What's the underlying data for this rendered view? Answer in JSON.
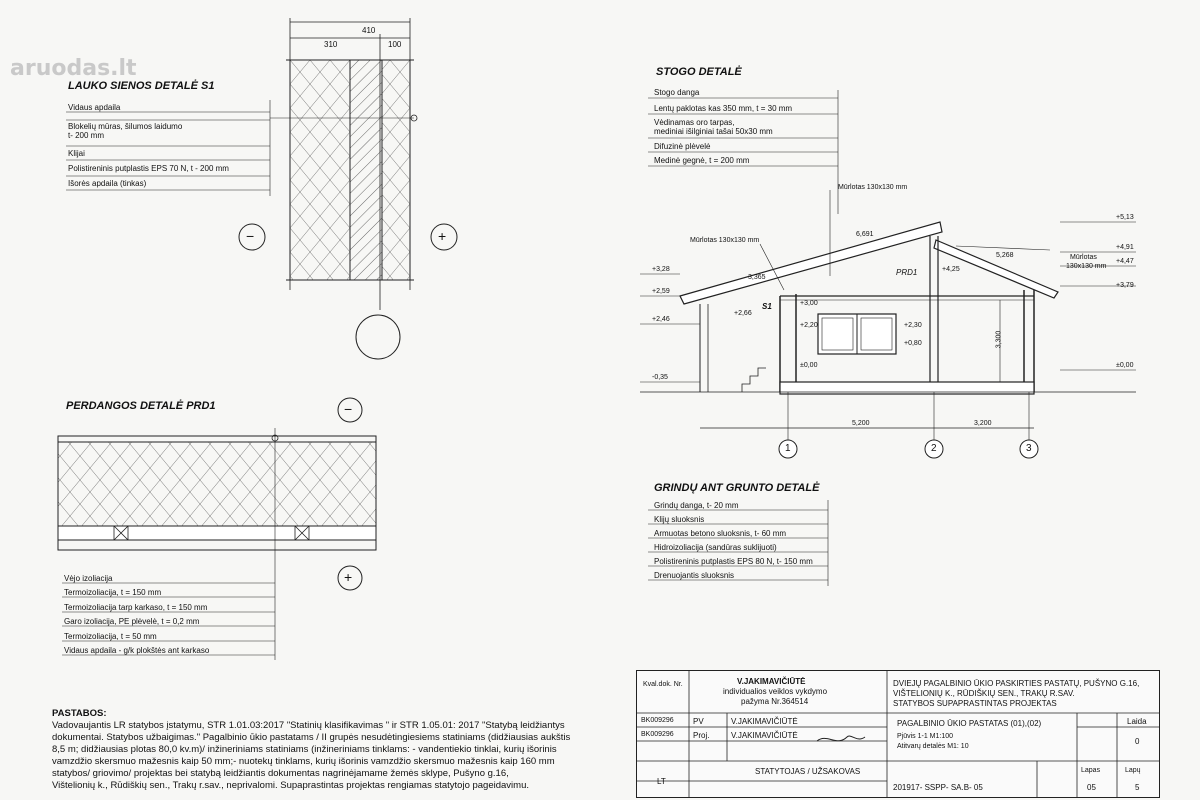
{
  "watermark": "aruodas.lt",
  "wall": {
    "title": "LAUKO SIENOS DETALĖ S1",
    "dims": [
      "410",
      "310",
      "100"
    ],
    "layers": [
      "Vidaus apdaila",
      "Blokelių mūras, šilumos laidumo",
      "t- 200 mm",
      "Klijai",
      "Polistireninis putplastis EPS 70 N, t - 200 mm",
      "Išorės apdaila (tinkas)"
    ],
    "signs": [
      "−",
      "+"
    ]
  },
  "floor": {
    "title": "PERDANGOS DETALĖ PRD1",
    "layers": [
      "Vėjo izoliacija",
      "Termoizoliacija, t = 150 mm",
      "Termoizoliacija tarp karkaso, t = 150 mm",
      "Garo izoliacija, PE plėvelė, t = 0,2 mm",
      "Termoizoliacija, t = 50 mm",
      "Vidaus apdaila - g/k plokštės ant karkaso"
    ],
    "signs": [
      "−",
      "+"
    ]
  },
  "roof": {
    "title": "STOGO DETALĖ",
    "layers": [
      "Stogo danga",
      "Lentų paklotas kas 350 mm, t = 30 mm",
      "Vėdinamas oro tarpas,",
      "mediniai išilginiai tašai 50x30 mm",
      "Difuzinė plėvelė",
      "Medinė gegnė, t = 200 mm"
    ]
  },
  "section": {
    "murlotas": [
      "Mūrlotas 130x130 mm",
      "Mūrlotas 130x130 mm",
      "Mūrlotas",
      "130x130 mm"
    ],
    "left_levels": [
      "+3,28",
      "+2,59",
      "+2,46",
      "-0,35"
    ],
    "right_levels": [
      "+5,13",
      "+4,91",
      "+4,47",
      "+3,79",
      "±0,00"
    ],
    "inner_levels": [
      "+4,25",
      "+3,00",
      "+2,66",
      "+2,20",
      "+2,30",
      "+0,80",
      "±0,00"
    ],
    "dims": [
      "3,365",
      "6,691",
      "5,268",
      "3,300",
      "5,200",
      "3,200"
    ],
    "tags": [
      "PRD1",
      "S1"
    ],
    "axes": [
      "1",
      "2",
      "3"
    ]
  },
  "ground": {
    "title": "GRINDŲ ANT GRUNTO DETALĖ",
    "layers": [
      "Grindų danga, t- 20 mm",
      "Klijų sluoksnis",
      "Armuotas betono sluoksnis, t- 60 mm",
      "Hidroizoliacija (sandūras suklijuoti)",
      "Polistireninis putplastis EPS 80 N, t- 150 mm",
      "Drenuojantis sluoksnis"
    ]
  },
  "notes": {
    "title": "PASTABOS:",
    "lines": [
      "Vadovaujantis LR statybos įstatymu, STR 1.01.03:2017 \"Statinių klasifikavimas \" ir STR 1.05.01: 2017 \"Statybą leidžiantys",
      "dokumentai. Statybos užbaigimas.\" Pagalbinio ūkio pastatams / II grupės nesudėtingiesiems statiniams (didžiausias aukštis",
      "8,5 m; didžiausias plotas 80,0 kv.m)/ inžineriniams statiniams (inžineriniams tinklams: - vandentiekio tinklai, kurių išorinis",
      "vamzdžio skersmuo mažesnis kaip 50 mm;- nuotekų tinklams, kurių išorinis vamzdžio skersmuo mažesnis kaip 160 mm",
      "statybos/ griovimo/ projektas bei statybą leidžiantis dokumentas nagrinėjamame žemės sklype, Pušyno g.16,",
      "Vištelionių k., Rūdiškių sen., Trakų r.sav., neprivalomi. Supaprastintas projektas rengiamas statytojo pageidavimu."
    ]
  },
  "titleblock": {
    "kval": "Kval.dok. Nr.",
    "author": [
      "V.JAKIMAVIČIŪTĖ",
      "individualios veiklos vykdymo",
      "pažyma Nr.364514"
    ],
    "project": [
      "DVIEJŲ PAGALBINIO ŪKIO PASKIRTIES PASTATŲ, PUŠYNO G.16,",
      "VIŠTELIONIŲ K., RŪDIŠKIŲ SEN., TRAKŲ R.SAV.",
      "STATYBOS SUPAPRASTINTAS PROJEKTAS"
    ],
    "rows": [
      {
        "code": "BK009296",
        "role": "PV",
        "name": "V.JAKIMAVIČIŪTĖ"
      },
      {
        "code": "BK009296",
        "role": "Proj.",
        "name": "V.JAKIMAVIČIŪTĖ"
      }
    ],
    "sheet_title": "PAGALBINIO ŪKIO PASTATAS (01),(02)",
    "sheet_lines": [
      "Pjūvis 1-1 M1:100",
      "Atitvarų detalės M1: 10"
    ],
    "laida_label": "Laida",
    "laida_value": "0",
    "client_code": "LT",
    "client": "STATYTOJAS / UŽSAKOVAS",
    "doc_code": "201917- SSPP- SA.B- 05",
    "lapas_label": "Lapas",
    "lapas_value": "05",
    "lapu_label": "Lapų",
    "lapu_value": "5"
  }
}
